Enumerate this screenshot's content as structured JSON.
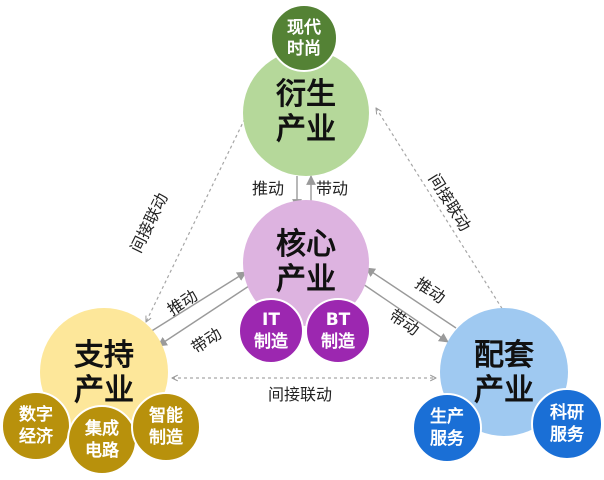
{
  "nodes": {
    "derivative": {
      "label": [
        "衍生",
        "产业"
      ],
      "color": "#b5d89a"
    },
    "core": {
      "label": [
        "核心",
        "产业"
      ],
      "color": "#ddb3e0"
    },
    "support": {
      "label": [
        "支持",
        "产业"
      ],
      "color": "#fde79a"
    },
    "matching": {
      "label": [
        "配套",
        "产业"
      ],
      "color": "#9fc9f1"
    }
  },
  "sub_nodes": {
    "modern_fashion": {
      "label": [
        "现代",
        "时尚"
      ],
      "color": "#548235"
    },
    "it_manufacturing": {
      "label": [
        "IT",
        "制造"
      ],
      "color": "#9c27b0"
    },
    "bt_manufacturing": {
      "label": [
        "BT",
        "制造"
      ],
      "color": "#9c27b0"
    },
    "digital_economy": {
      "label": [
        "数字",
        "经济"
      ],
      "color": "#b8910c"
    },
    "integrated_circuit": {
      "label": [
        "集成",
        "电路"
      ],
      "color": "#b8910c"
    },
    "smart_manufacturing": {
      "label": [
        "智能",
        "制造"
      ],
      "color": "#b8910c"
    },
    "production_service": {
      "label": [
        "生产",
        "服务"
      ],
      "color": "#1a6fd6"
    },
    "tech_service": {
      "label": [
        "科研",
        "服务"
      ],
      "color": "#1a6fd6"
    }
  },
  "relations": {
    "drive": "推动",
    "lead": "带动",
    "indirect_linkage": "间接联动"
  }
}
